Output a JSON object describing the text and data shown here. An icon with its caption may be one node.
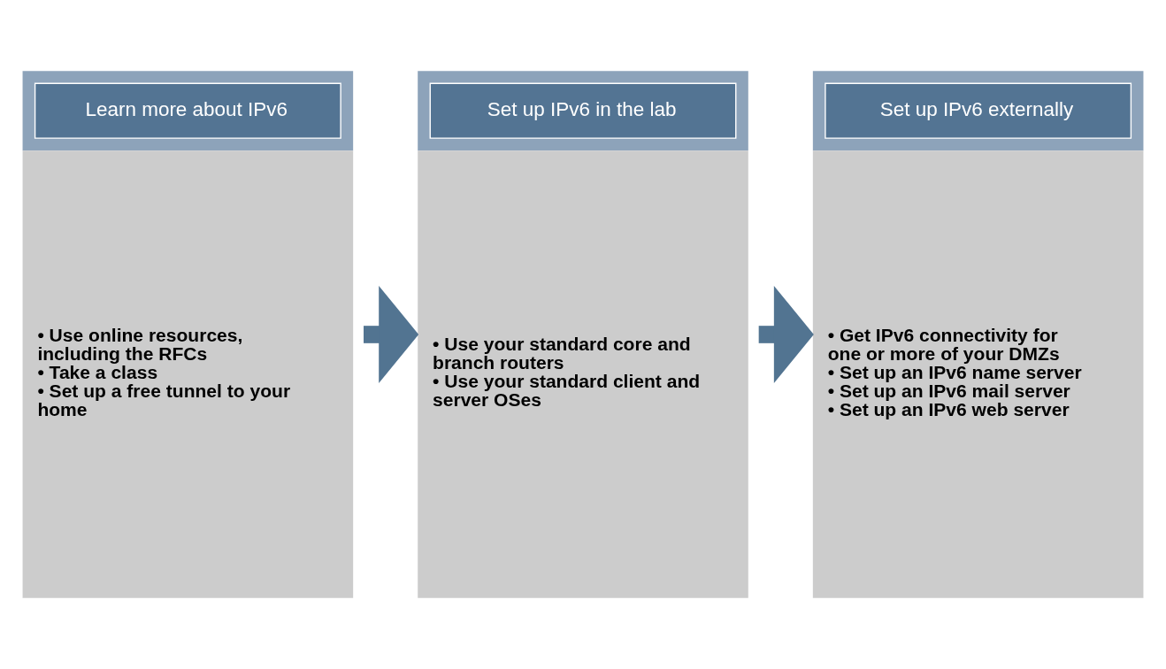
{
  "diagram": {
    "nodes": [
      {
        "text": [
          "Learn more about IPv6",
          "• Use online resources, including the RFCs",
          "• Take a class",
          "• Set up a free tunnel to your home"
        ]
      },
      {
        "text": [
          "Set up IPv6 in the lab",
          "• Use your standard core and branch routers",
          "• Use your standard client and server OSes"
        ]
      },
      {
        "text": [
          "Set up IPv6 externally",
          "• Get IPv6 connectivity for one or more of your DMZs",
          "• Set up an IPv6 name server",
          "• Set up an IPv6 mail server",
          "• Set up an IPv6 web server"
        ]
      }
    ],
    "edges": [
      {
        "from": 0,
        "to": 1,
        "arrow": "to"
      },
      {
        "from": 1,
        "to": 2,
        "arrow": "to"
      }
    ]
  }
}
